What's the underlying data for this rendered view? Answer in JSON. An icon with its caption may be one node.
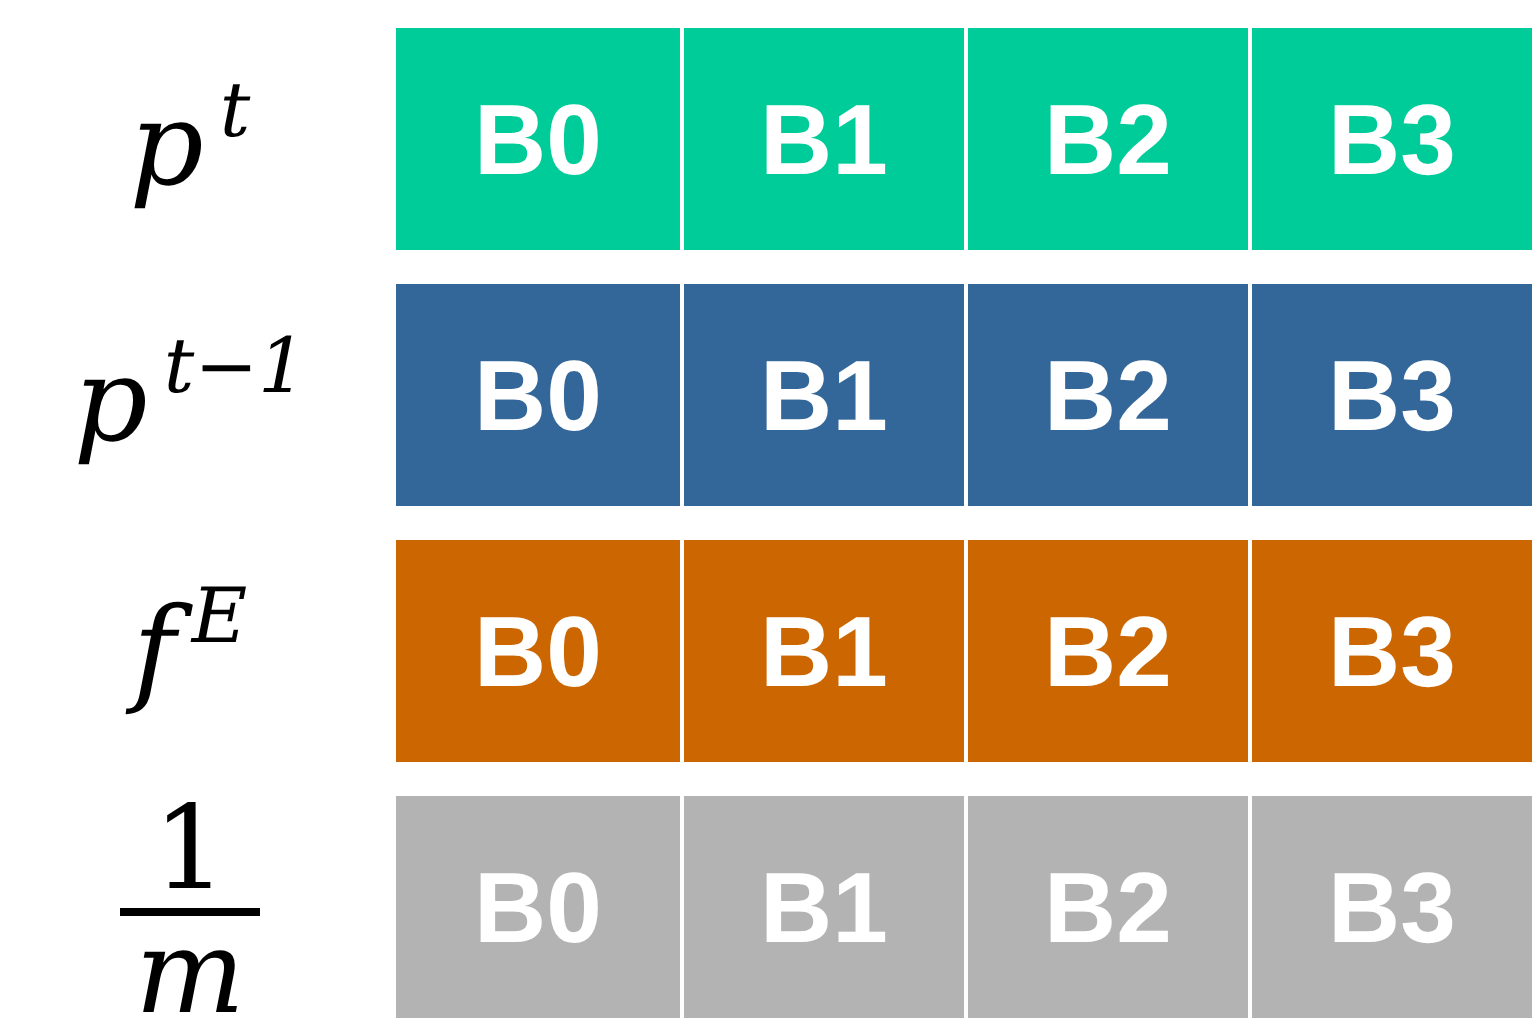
{
  "diagram": {
    "nodes": [
      {
        "text": [
          "B0"
        ]
      },
      {
        "text": [
          "B1"
        ]
      },
      {
        "text": [
          "B2"
        ]
      },
      {
        "text": [
          "B3"
        ]
      },
      {
        "text": [
          "B0"
        ]
      },
      {
        "text": [
          "B1"
        ]
      },
      {
        "text": [
          "B2"
        ]
      },
      {
        "text": [
          "B3"
        ]
      },
      {
        "text": [
          "B0"
        ]
      },
      {
        "text": [
          "B1"
        ]
      },
      {
        "text": [
          "B2"
        ]
      },
      {
        "text": [
          "B3"
        ]
      },
      {
        "text": [
          "B0"
        ]
      },
      {
        "text": [
          "B1"
        ]
      },
      {
        "text": [
          "B2"
        ]
      },
      {
        "text": [
          "B3"
        ]
      }
    ],
    "labels": [
      "p$^{t}$",
      "p$^{t−1}$",
      "f$^{E}$",
      "1",
      "m"
    ]
  }
}
